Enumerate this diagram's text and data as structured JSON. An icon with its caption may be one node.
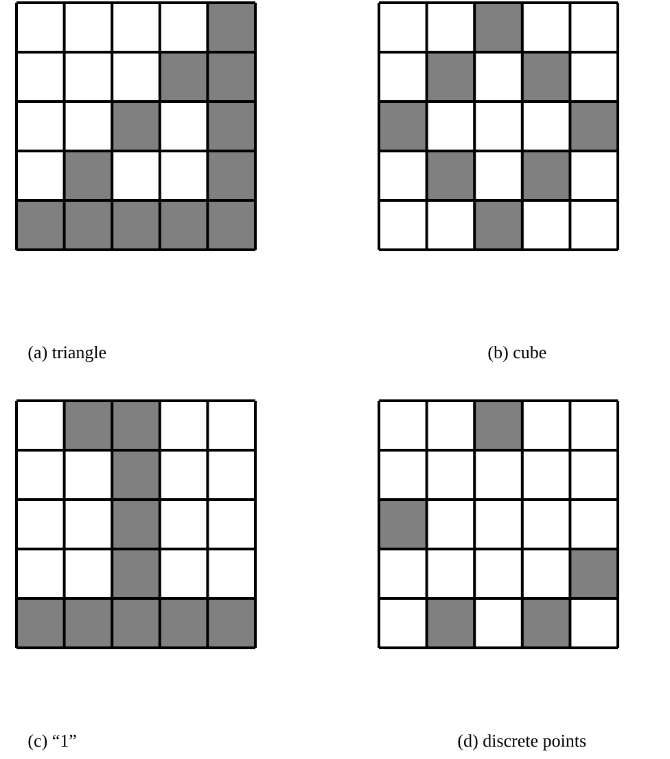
{
  "diagram": {
    "labels": [
      "(a) triangle",
      "(b) cube",
      "(c) “1”",
      "(d) discrete points"
    ]
  }
}
